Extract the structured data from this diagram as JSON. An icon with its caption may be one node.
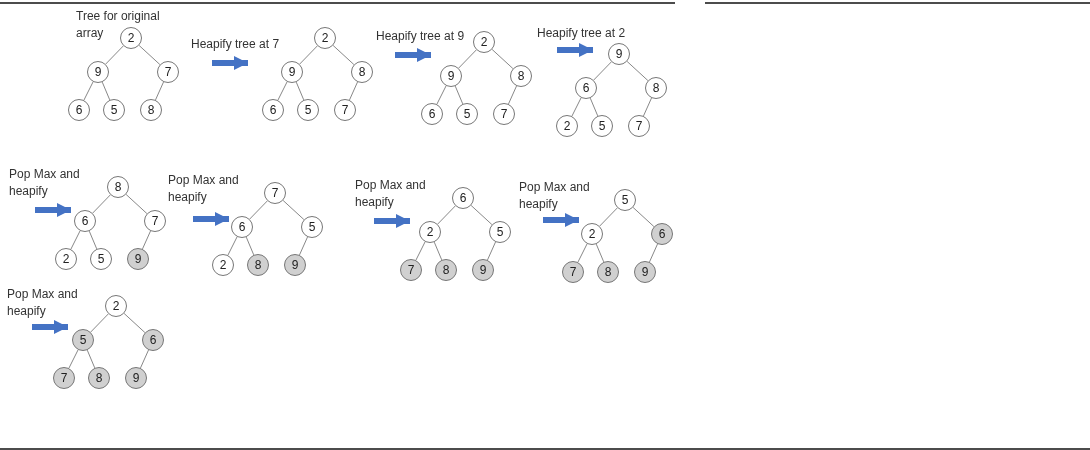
{
  "diagram": {
    "nodes": [
      {
        "text": [
          "Tree for original array"
        ]
      },
      {
        "text": [
          "2"
        ],
        "in": 0
      },
      {
        "text": [
          "9"
        ],
        "in": 0
      },
      {
        "text": [
          "7"
        ],
        "in": 0
      },
      {
        "text": [
          "6"
        ],
        "in": 0
      },
      {
        "text": [
          "5"
        ],
        "in": 0
      },
      {
        "text": [
          "8"
        ],
        "in": 0
      },
      {
        "text": [
          "Heapify tree at 7"
        ]
      },
      {
        "text": [
          "2"
        ],
        "in": 7
      },
      {
        "text": [
          "9"
        ],
        "in": 7
      },
      {
        "text": [
          "8"
        ],
        "in": 7
      },
      {
        "text": [
          "6"
        ],
        "in": 7
      },
      {
        "text": [
          "5"
        ],
        "in": 7
      },
      {
        "text": [
          "7"
        ],
        "in": 7
      },
      {
        "text": [
          "Heapify tree at 9"
        ]
      },
      {
        "text": [
          "2"
        ],
        "in": 14
      },
      {
        "text": [
          "9"
        ],
        "in": 14
      },
      {
        "text": [
          "8"
        ],
        "in": 14
      },
      {
        "text": [
          "6"
        ],
        "in": 14
      },
      {
        "text": [
          "5"
        ],
        "in": 14
      },
      {
        "text": [
          "7"
        ],
        "in": 14
      },
      {
        "text": [
          "Heapify tree at 2"
        ]
      },
      {
        "text": [
          "9"
        ],
        "in": 21
      },
      {
        "text": [
          "6"
        ],
        "in": 21
      },
      {
        "text": [
          "8"
        ],
        "in": 21
      },
      {
        "text": [
          "2"
        ],
        "in": 21
      },
      {
        "text": [
          "5"
        ],
        "in": 21
      },
      {
        "text": [
          "7"
        ],
        "in": 21
      },
      {
        "text": [
          "Pop Max and heapify"
        ]
      },
      {
        "text": [
          "8"
        ],
        "in": 28
      },
      {
        "text": [
          "6"
        ],
        "in": 28
      },
      {
        "text": [
          "7"
        ],
        "in": 28
      },
      {
        "text": [
          "2"
        ],
        "in": 28
      },
      {
        "text": [
          "5"
        ],
        "in": 28
      },
      {
        "text": [
          "9"
        ],
        "in": 28
      },
      {
        "text": [
          "Pop Max and heapify"
        ]
      },
      {
        "text": [
          "7"
        ],
        "in": 35
      },
      {
        "text": [
          "6"
        ],
        "in": 35
      },
      {
        "text": [
          "5"
        ],
        "in": 35
      },
      {
        "text": [
          "2"
        ],
        "in": 35
      },
      {
        "text": [
          "8"
        ],
        "in": 35
      },
      {
        "text": [
          "9"
        ],
        "in": 35
      },
      {
        "text": [
          "Pop Max and heapify"
        ]
      },
      {
        "text": [
          "6"
        ],
        "in": 42
      },
      {
        "text": [
          "2"
        ],
        "in": 42
      },
      {
        "text": [
          "5"
        ],
        "in": 42
      },
      {
        "text": [
          "7"
        ],
        "in": 42
      },
      {
        "text": [
          "8"
        ],
        "in": 42
      },
      {
        "text": [
          "9"
        ],
        "in": 42
      },
      {
        "text": [
          "Pop Max and heapify"
        ]
      },
      {
        "text": [
          "5"
        ],
        "in": 49
      },
      {
        "text": [
          "2"
        ],
        "in": 49
      },
      {
        "text": [
          "6"
        ],
        "in": 49
      },
      {
        "text": [
          "7"
        ],
        "in": 49
      },
      {
        "text": [
          "8"
        ],
        "in": 49
      },
      {
        "text": [
          "9"
        ],
        "in": 49
      },
      {
        "text": [
          "Pop Max and heapify"
        ]
      },
      {
        "text": [
          "2"
        ],
        "in": 56
      },
      {
        "text": [
          "5"
        ],
        "in": 56
      },
      {
        "text": [
          "6"
        ],
        "in": 56
      },
      {
        "text": [
          "7"
        ],
        "in": 56
      },
      {
        "text": [
          "8"
        ],
        "in": 56
      },
      {
        "text": [
          "9"
        ],
        "in": 56
      }
    ],
    "edges": [
      {
        "from": 1,
        "to": 2,
        "arrow": "none"
      },
      {
        "from": 1,
        "to": 3,
        "arrow": "none"
      },
      {
        "from": 2,
        "to": 4,
        "arrow": "none"
      },
      {
        "from": 2,
        "to": 5,
        "arrow": "none"
      },
      {
        "from": 3,
        "to": 6,
        "arrow": "none"
      },
      {
        "from": 8,
        "to": 9,
        "arrow": "none"
      },
      {
        "from": 8,
        "to": 10,
        "arrow": "none"
      },
      {
        "from": 9,
        "to": 11,
        "arrow": "none"
      },
      {
        "from": 9,
        "to": 12,
        "arrow": "none"
      },
      {
        "from": 10,
        "to": 13,
        "arrow": "none"
      },
      {
        "from": 15,
        "to": 16,
        "arrow": "none"
      },
      {
        "from": 15,
        "to": 17,
        "arrow": "none"
      },
      {
        "from": 16,
        "to": 18,
        "arrow": "none"
      },
      {
        "from": 16,
        "to": 19,
        "arrow": "none"
      },
      {
        "from": 17,
        "to": 20,
        "arrow": "none"
      },
      {
        "from": 22,
        "to": 23,
        "arrow": "none"
      },
      {
        "from": 22,
        "to": 24,
        "arrow": "none"
      },
      {
        "from": 23,
        "to": 25,
        "arrow": "none"
      },
      {
        "from": 23,
        "to": 26,
        "arrow": "none"
      },
      {
        "from": 24,
        "to": 27,
        "arrow": "none"
      },
      {
        "from": 29,
        "to": 30,
        "arrow": "none"
      },
      {
        "from": 29,
        "to": 31,
        "arrow": "none"
      },
      {
        "from": 30,
        "to": 32,
        "arrow": "none"
      },
      {
        "from": 30,
        "to": 33,
        "arrow": "none"
      },
      {
        "from": 31,
        "to": 34,
        "arrow": "none"
      },
      {
        "from": 36,
        "to": 37,
        "arrow": "none"
      },
      {
        "from": 36,
        "to": 38,
        "arrow": "none"
      },
      {
        "from": 37,
        "to": 39,
        "arrow": "none"
      },
      {
        "from": 37,
        "to": 40,
        "arrow": "none"
      },
      {
        "from": 38,
        "to": 41,
        "arrow": "none"
      },
      {
        "from": 43,
        "to": 44,
        "arrow": "none"
      },
      {
        "from": 43,
        "to": 45,
        "arrow": "none"
      },
      {
        "from": 44,
        "to": 46,
        "arrow": "none"
      },
      {
        "from": 44,
        "to": 47,
        "arrow": "none"
      },
      {
        "from": 45,
        "to": 48,
        "arrow": "none"
      },
      {
        "from": 50,
        "to": 51,
        "arrow": "none"
      },
      {
        "from": 50,
        "to": 52,
        "arrow": "none"
      },
      {
        "from": 51,
        "to": 53,
        "arrow": "none"
      },
      {
        "from": 51,
        "to": 54,
        "arrow": "none"
      },
      {
        "from": 52,
        "to": 55,
        "arrow": "none"
      },
      {
        "from": 57,
        "to": 58,
        "arrow": "none"
      },
      {
        "from": 57,
        "to": 59,
        "arrow": "none"
      },
      {
        "from": 58,
        "to": 60,
        "arrow": "none"
      },
      {
        "from": 58,
        "to": 61,
        "arrow": "none"
      },
      {
        "from": 59,
        "to": 62,
        "arrow": "none"
      },
      {
        "from": 0,
        "to": 7,
        "arrow": "to",
        "style": "thick",
        "color": "#4472c4"
      },
      {
        "from": 7,
        "to": 14,
        "arrow": "to",
        "style": "thick",
        "color": "#4472c4"
      },
      {
        "from": 14,
        "to": 21,
        "arrow": "to",
        "style": "thick",
        "color": "#4472c4"
      },
      {
        "from": null,
        "to": 28,
        "arrow": "to",
        "style": "thick",
        "color": "#4472c4"
      },
      {
        "from": 28,
        "to": 35,
        "arrow": "to",
        "style": "thick",
        "color": "#4472c4"
      },
      {
        "from": 35,
        "to": 42,
        "arrow": "to",
        "style": "thick",
        "color": "#4472c4"
      },
      {
        "from": 42,
        "to": 49,
        "arrow": "to",
        "style": "thick",
        "color": "#4472c4"
      },
      {
        "from": null,
        "to": 56,
        "arrow": "to",
        "style": "thick",
        "color": "#4472c4"
      }
    ]
  }
}
